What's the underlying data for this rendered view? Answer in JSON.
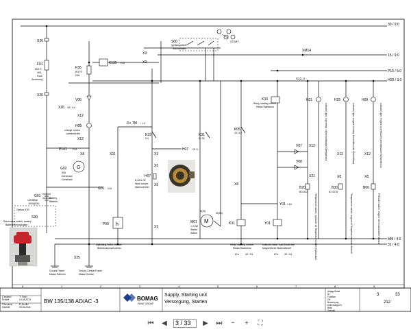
{
  "rails": {
    "r30": "30 / 9.0",
    "r15": "15 / 9.0",
    "rp15": "P15 / 5.0",
    "rh20": "H20 / 3.0",
    "rmm": "MM / 4.0",
    "r31": "31 / 4.0",
    "xm14": "XM14",
    "x12_top": "X12_4"
  },
  "components": {
    "x26_1": "X26",
    "x26_2": "X26",
    "f01": "F01",
    "f01_d1": "80A S",
    "f01_d2": "40A",
    "f01_d3": "Fuse",
    "f01_d4": "Sicherung",
    "s00": "S00",
    "s00_d1": "Ignition switch",
    "s00_d2": "Startschalter",
    "start": "START",
    "k135": "K135",
    "k135_ref": "/ 4.8",
    "f36": "F36",
    "f36_d1": "ROI S",
    "f36_d2": "20A",
    "x3_1": "X3",
    "x3_2": "X3",
    "v06": "V06",
    "x26_3": "X26",
    "x26_3r": "18 / 4.0",
    "x12_1": "X12",
    "h08": "H08",
    "h08_d1": "change control",
    "h08_d2": "Ladekontrolle",
    "x12_2": "X12",
    "p141": "P141",
    "p141_ref": "/ 5.8",
    "x8_1": "X8",
    "g02": "G02",
    "g02_d1": "55A",
    "g02_d2": "Generator",
    "g02_d3": "Generator",
    "x21_1": "X21",
    "d_tm": "D+ TM",
    "d_tm_ref": "/ 1.0",
    "k33": "K33",
    "k33_ref": "9.4",
    "k31": "K31",
    "k31_ref": "5 / 30",
    "k05": "K05",
    "k05_ref": "15 / 5.7",
    "h07": "H07",
    "h07_ref": "/ 11.0",
    "h07b": "H07",
    "h07b_d1": "B,3A/1.0E",
    "h07b_d2": "Warn buzzer",
    "h07b_d3": "Warnsummer",
    "g01": "G01",
    "g01_ref": "/ 4.5",
    "x5_1": "X5",
    "x5_2": "X5",
    "x3_3": "X3",
    "x3_4": "X3",
    "x8_2": "X8",
    "k33r": "K33",
    "k33r_d1": "Relay, starting current",
    "k33r_d2": "Relais Startstrom",
    "h21": "H21",
    "h25": "H25",
    "h09": "H09",
    "v07": "V07",
    "x12_3": "X12",
    "x12_4": "X12",
    "x12_5": "X12",
    "v08": "V08",
    "x21_2": "X21",
    "x8_3": "X8",
    "x8_4": "X8",
    "b20": "B20",
    "b20_d": "BG-S02",
    "b30": "B30",
    "b30_d": "B7-S278",
    "b06": "B06",
    "y01": "Y01",
    "y01_ref": "/ 4.6",
    "k31b": "K31",
    "y01b": "Y01",
    "m01": "M01",
    "m01_d1": "1.4 kW",
    "m01_d2": "Starter",
    "m01_d3": "Starter",
    "m01_t": "B(30)",
    "m01_t2": "50(50)",
    "g01b": "G01",
    "g01b_d1": "12V/88Ah",
    "g01b_d2": "600A(EN)",
    "g01b_d3": "Battery",
    "g01b_d4": "Batterie",
    "opt": "Option IDS",
    "s30": "S30",
    "s30_d1": "Disconnect switch, battery",
    "s30_d2": "Batterietrennschalter",
    "p00": "P00",
    "p00_d1": "Operating hours counter",
    "p00_d2": "Betriebsstundenzähler",
    "x25": "X25",
    "gnd1_d1": "Ground Frame",
    "gnd1_d2": "Masse Rahmen",
    "gnd2_d1": "Ground Central Frame",
    "gnd2_d2": "Masse Zentral",
    "k31_d1": "Relay, starting current",
    "k31_d2": "Relais Startstrom",
    "y01_d1": "solenoid valve, start boost fuel",
    "y01_d2": "Magnetventil Startkraftstoff",
    "k31_c": "87a",
    "k31_c2": "30 / 3.5",
    "y01_c": "87a",
    "y01_c2": "30 / 3.5",
    "h21_v": "Indicator light, high temp. oil Kontrolllampe Öltemperatur",
    "h25_v": "Indicator light, engine oil temp. Kontrollleuchte Motoröltemp.",
    "h09_v": "Indicator light, engine oil pressure Kontrollleuchte Motoröldruck",
    "b20_v": "Temperature switch, hydraulic oil Temperaturschalter Hydrauliköl",
    "b30_v": "Temperature switch, engine oil Temperaturschalter Motoröl",
    "b06_v": "Pressure switch, engine oil Druckschalter Motoröl"
  },
  "columns": [
    "0",
    "1",
    "2",
    "3",
    "4",
    "5",
    "6",
    "7",
    "8",
    "9"
  ],
  "title_block": {
    "created_label": "Created",
    "created_sub": "Erstellt",
    "created_by": "T. Sein",
    "created_date": "14.06.2013",
    "checked_label": "Checked",
    "checked_sub": "Geprüft",
    "checked_by": "D.Sodin",
    "checked_date": "09.06.2011",
    "model": "BW 135/138 AD/AC -3",
    "brand": "BOMAG",
    "brand_sub": "FAYAT GROUP",
    "title_en": "Supply, Starting unit",
    "title_de": "Versorgung, Starten",
    "meta_1": "Ablage/Datei",
    "meta_2": "Nr",
    "meta_3": "Funktion",
    "meta_4": "Ort",
    "meta_5": "Benennung",
    "meta_6": "Zeichnungs-Nr",
    "meta_7": "Blatt",
    "meta_8": "Datenbl",
    "page": "3",
    "of": "33",
    "sheet": "212"
  },
  "toolbar": {
    "page_value": "3 / 33",
    "icons": [
      "first-page",
      "previous-page",
      "next-page",
      "last-page",
      "zoom-out",
      "zoom-in",
      "fullscreen"
    ]
  },
  "photo_colors": {
    "knob_red": "#c8242b",
    "motor_dark": "#3b3228",
    "motor_coil": "#b58b3a"
  }
}
